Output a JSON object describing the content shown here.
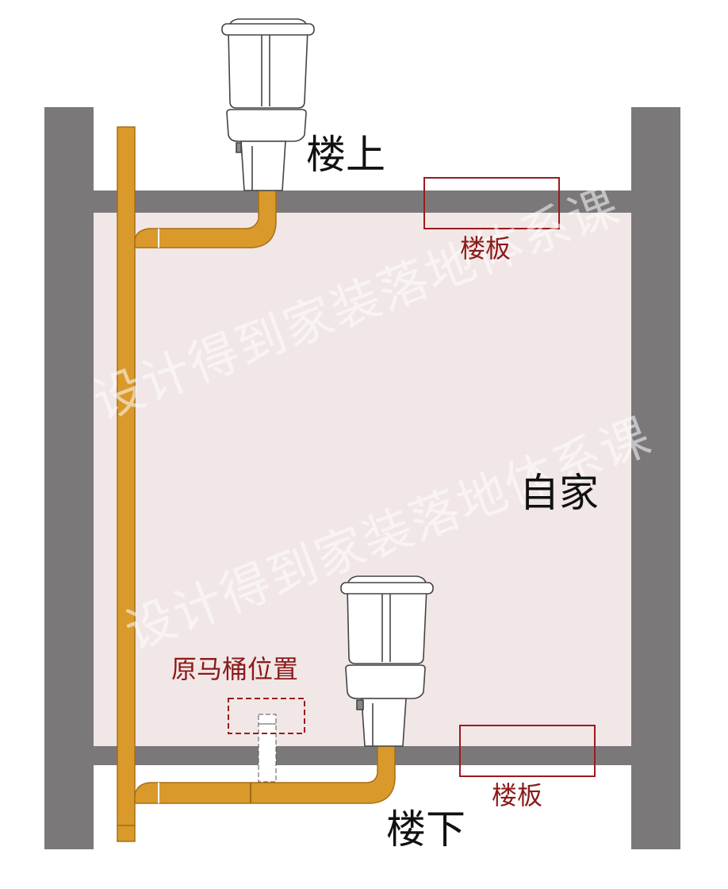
{
  "labels": {
    "upstairs": "楼上",
    "downstairs": "楼下",
    "own_home": "自家",
    "floor_slab_top": "楼板",
    "floor_slab_bottom": "楼板",
    "original_toilet": "原马桶位置"
  },
  "watermark": "设计得到家装落地体系课",
  "colors": {
    "wall": "#7b787a",
    "room": "#f1e7e6",
    "pipe": "#d99a2b",
    "pipe_edge": "#a86e14",
    "red_box": "#9b1b1f",
    "text": "#111111",
    "red_text": "#8b1a1a"
  }
}
